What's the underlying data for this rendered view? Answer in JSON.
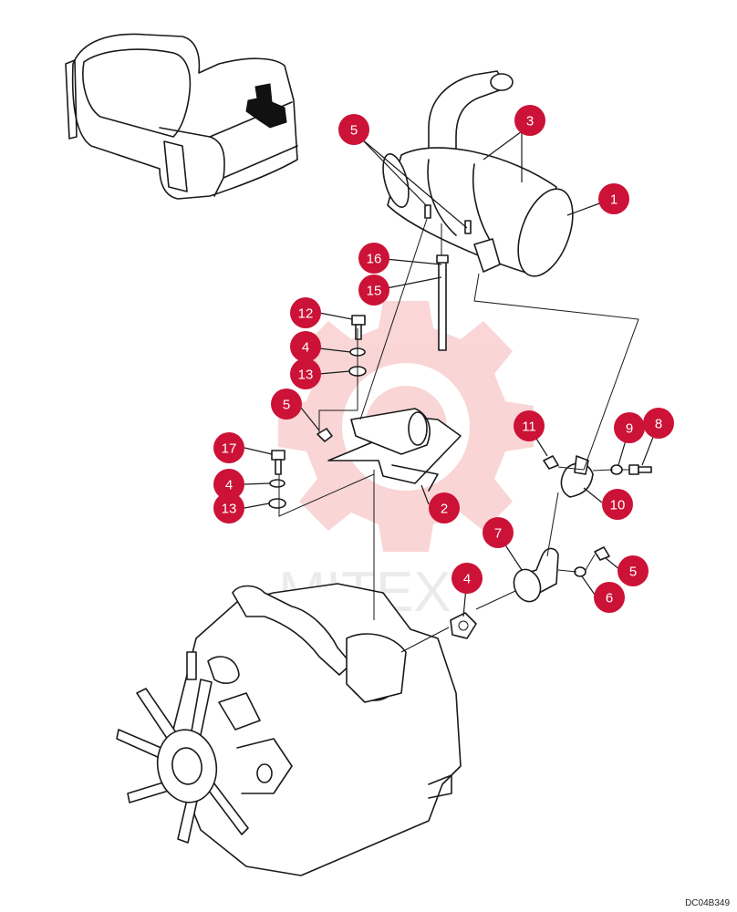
{
  "drawing_code": "DC04B349",
  "watermark": "MITEX",
  "colors": {
    "callout": "#cc1236",
    "watermark": "#f2b3b3"
  },
  "callouts": [
    {
      "label": "1"
    },
    {
      "label": "2"
    },
    {
      "label": "3"
    },
    {
      "label": "4"
    },
    {
      "label": "4"
    },
    {
      "label": "4"
    },
    {
      "label": "5"
    },
    {
      "label": "5"
    },
    {
      "label": "5"
    },
    {
      "label": "6"
    },
    {
      "label": "7"
    },
    {
      "label": "8"
    },
    {
      "label": "9"
    },
    {
      "label": "10"
    },
    {
      "label": "11"
    },
    {
      "label": "12"
    },
    {
      "label": "13"
    },
    {
      "label": "13"
    },
    {
      "label": "15"
    },
    {
      "label": "16"
    },
    {
      "label": "17"
    }
  ]
}
